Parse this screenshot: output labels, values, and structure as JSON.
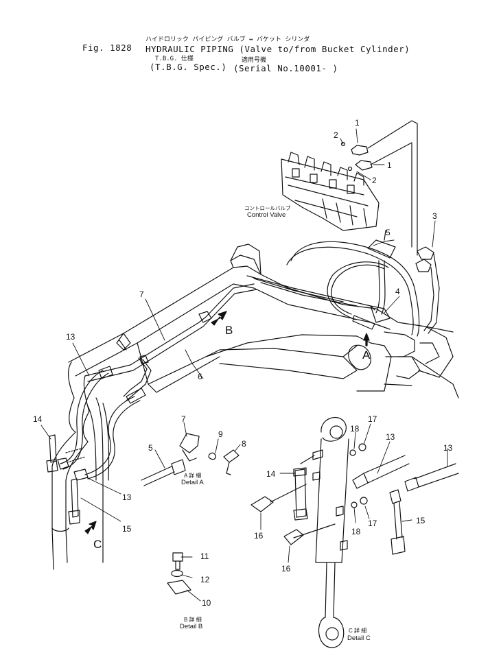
{
  "header": {
    "fig_label": "Fig. 1828",
    "title_jp": "ハイドロリック パイピング バルブ ↔ バケット シリンダ",
    "title_en": "HYDRAULIC PIPING (Valve to/from Bucket Cylinder)",
    "spec_jp": "T.B.G. 仕様",
    "serial_jp": "適用号機",
    "spec_en": "(T.B.G. Spec.)",
    "serial_en": "(Serial No.10001- )"
  },
  "labels": {
    "control_valve_jp": "コントロールバルブ",
    "control_valve_en": "Control Valve",
    "view_a": "A",
    "view_b": "B",
    "view_c": "C",
    "detail_a_jp": "A 詳 細",
    "detail_a_en": "Detail A",
    "detail_b_jp": "B 詳 細",
    "detail_b_en": "Detail B",
    "detail_c_jp": "C 詳 細",
    "detail_c_en": "Detail C"
  },
  "part_numbers": {
    "p1a": "1",
    "p1b": "1",
    "p2a": "2",
    "p2b": "2",
    "p3": "3",
    "p4": "4",
    "p5": "5",
    "p6": "6",
    "p7": "7",
    "p13a": "13",
    "p14a": "14",
    "p13b": "13",
    "p15a": "15",
    "p5d": "5",
    "p7d": "7",
    "p9": "9",
    "p8": "8",
    "p11": "11",
    "p12": "12",
    "p10": "10",
    "p17a": "17",
    "p18a": "18",
    "p13c": "13",
    "p13d": "13",
    "p14b": "14",
    "p16a": "16",
    "p18b": "18",
    "p17b": "17",
    "p15b": "15",
    "p16b": "16"
  }
}
